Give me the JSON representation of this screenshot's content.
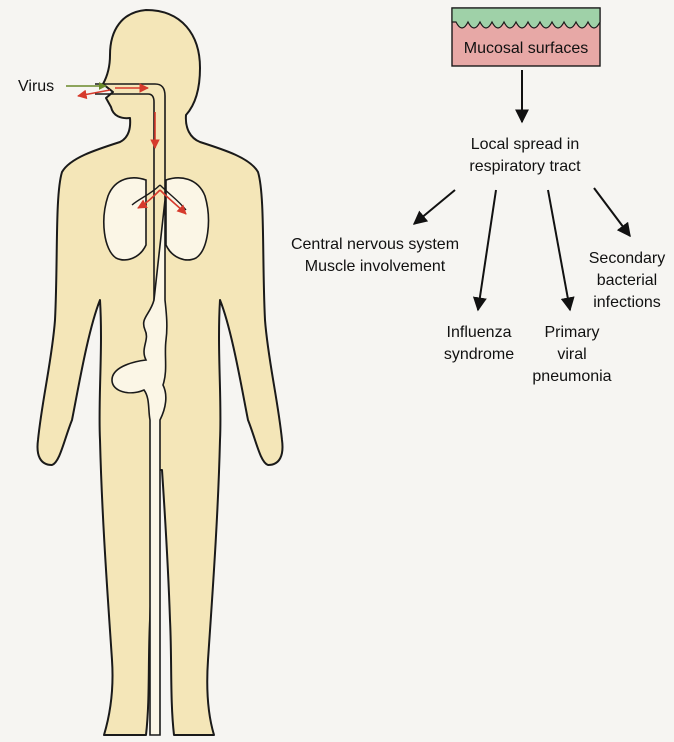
{
  "figure": {
    "virus_label": "Virus",
    "mucosal_label": "Mucosal surfaces",
    "local_spread": [
      "Local spread in",
      "respiratory tract"
    ],
    "outcomes": {
      "cns": [
        "Central nervous system",
        "Muscle involvement"
      ],
      "influenza": [
        "Influenza",
        "syndrome"
      ],
      "pneumonia": [
        "Primary",
        "viral",
        "pneumonia"
      ],
      "secondary": [
        "Secondary",
        "bacterial",
        "infections"
      ]
    }
  },
  "colors": {
    "body_fill": "#f4e6b8",
    "outline": "#1a1a1a",
    "virus_arrow": "#d63a2c",
    "mucosa_fill": "#e7a8a6",
    "mucosa_wave": "#9fd1a8"
  }
}
